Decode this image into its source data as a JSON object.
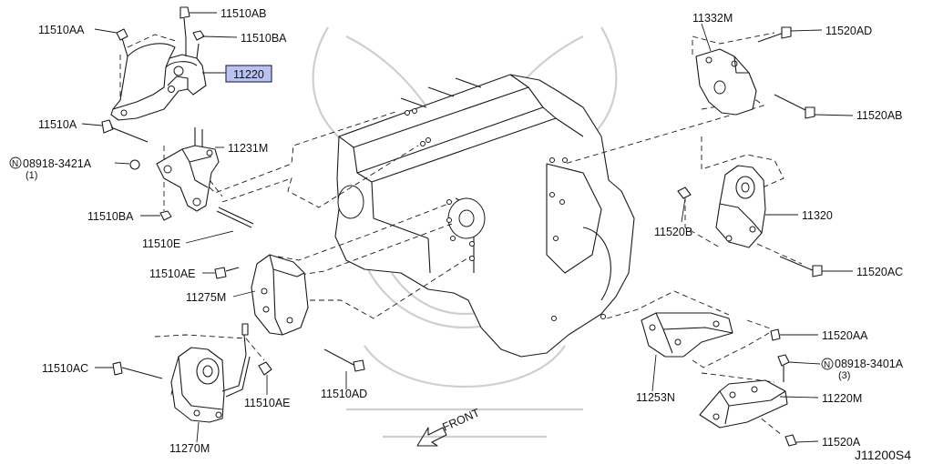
{
  "diagram": {
    "code": "J11200S4",
    "front_label": "FRONT",
    "highlight_color": "#b9c3ee",
    "labels": {
      "p11510AA": "11510AA",
      "p11510AB": "11510AB",
      "p11510BA_top": "11510BA",
      "p11220": "11220",
      "p11510A": "11510A",
      "p08918_3421A": "08918-3421A",
      "p08918_3421A_qty": "(1)",
      "p11231M": "11231M",
      "p11510BA_low": "11510BA",
      "p11510E": "11510E",
      "p11510AE_top": "11510AE",
      "p11275M": "11275M",
      "p11510AC": "11510AC",
      "p11510AE_low": "11510AE",
      "p11510AD": "11510AD",
      "p11270M": "11270M",
      "p11332M": "11332M",
      "p11520AD": "11520AD",
      "p11520AB": "11520AB",
      "p11520B": "11520B",
      "p11320": "11320",
      "p11520AC": "11520AC",
      "p11520AA": "11520AA",
      "p08918_3401A": "08918-3401A",
      "p08918_3401A_qty": "(3)",
      "p11253N": "11253N",
      "p11220M": "11220M",
      "p11520A": "11520A"
    }
  }
}
